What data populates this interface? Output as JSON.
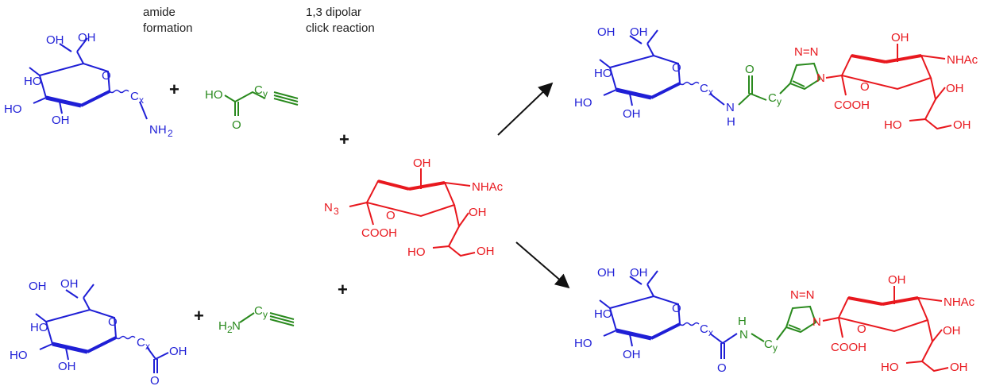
{
  "labels": {
    "amide_formation": [
      "amide",
      "formation"
    ],
    "click_reaction": [
      "1,3 dipolar",
      "click reaction"
    ],
    "plus": "+"
  },
  "colors": {
    "galactose": "#1f1fd6",
    "linker": "#2a8a1e",
    "sialic": "#e8181e",
    "arrow": "#111111"
  },
  "atoms": {
    "OH": "OH",
    "HO": "HO",
    "O": "O",
    "C": "C",
    "x": "x",
    "y": "y",
    "NH2": "NH",
    "sub2": "2",
    "H2N": "H",
    "N": "N",
    "H": "H",
    "N3": "N",
    "sub3": "3",
    "NHAc": "NHAc",
    "COOH": "COOH",
    "NNN": "N=N",
    "HO_C": "HO",
    "OH_C": "OH"
  }
}
